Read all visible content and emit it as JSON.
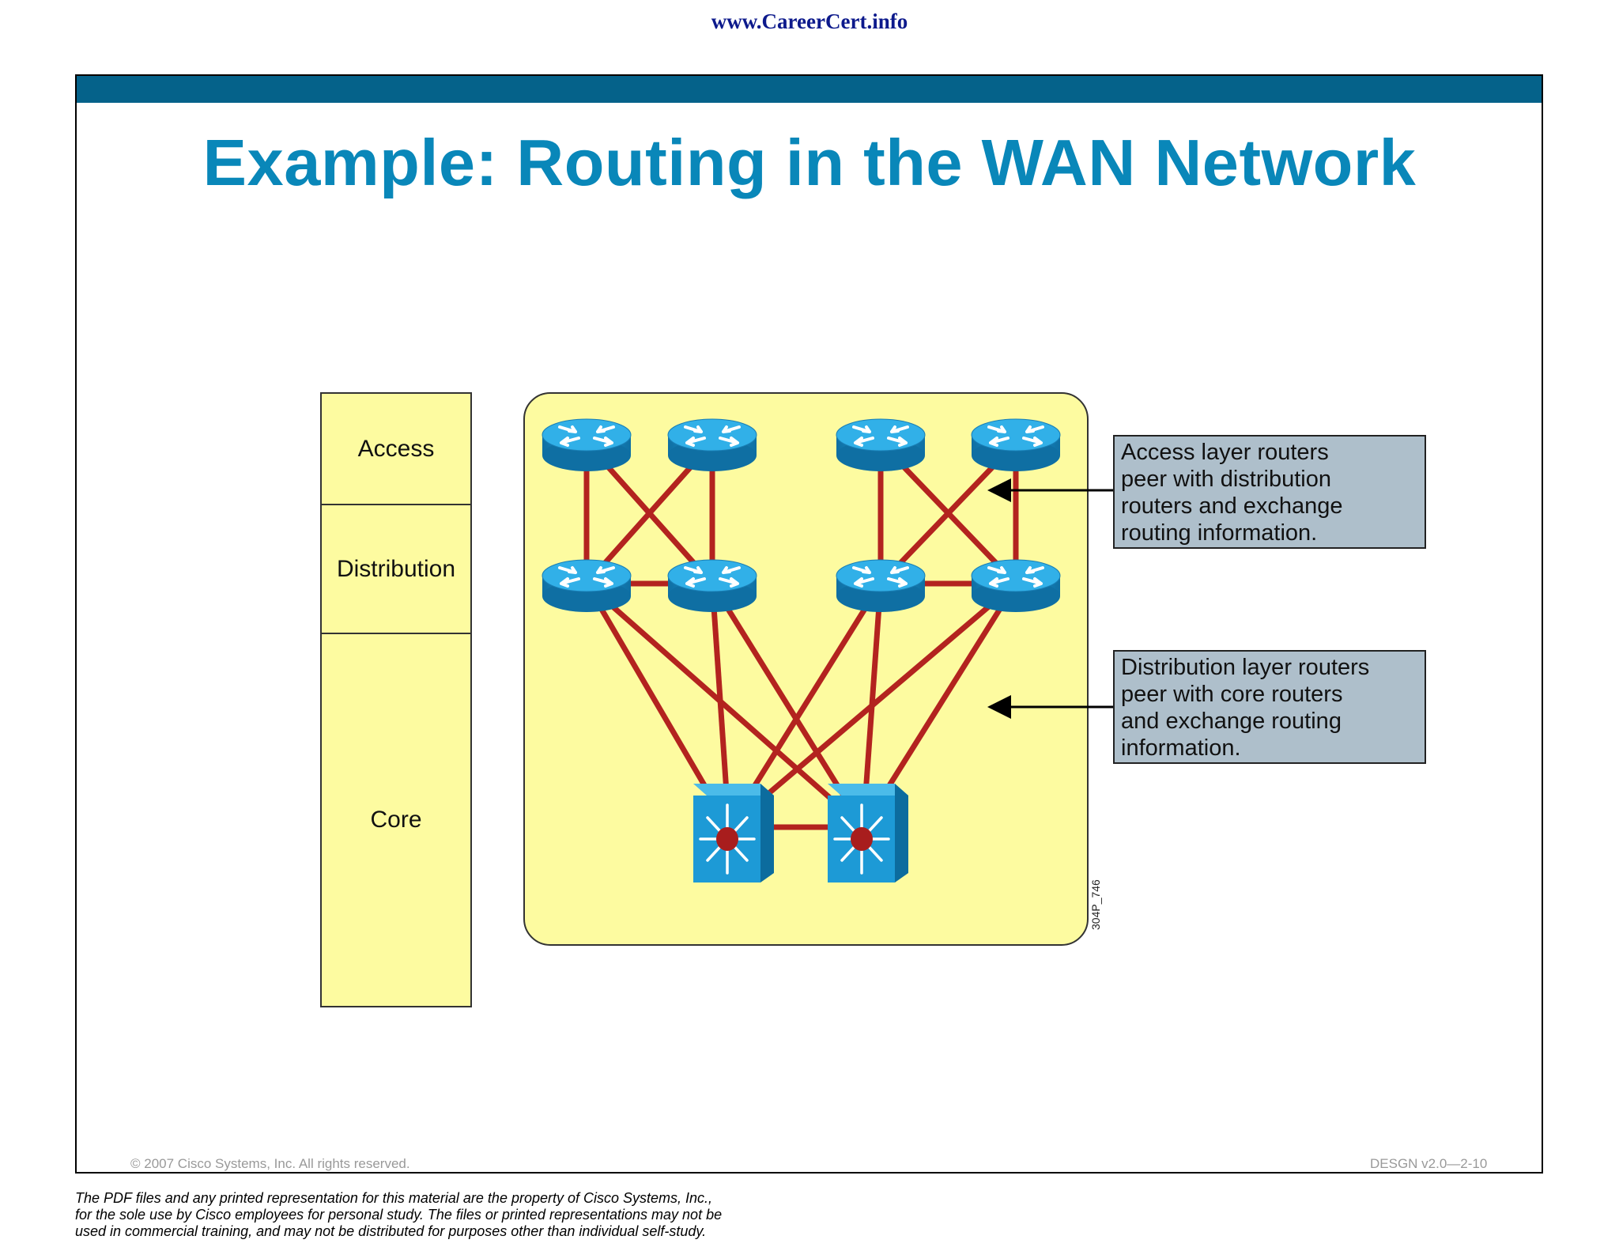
{
  "header": {
    "site": "www.CareerCert.info"
  },
  "slide": {
    "title": "Example: Routing in the WAN Network",
    "figure_id": "304P_746",
    "copyright": "© 2007 Cisco Systems, Inc. All rights reserved.",
    "course_code": "DESGN v2.0—2-10"
  },
  "layers": {
    "access": "Access",
    "distribution": "Distribution",
    "core": "Core"
  },
  "callouts": {
    "access": [
      "Access layer routers",
      "peer with distribution",
      "routers and exchange",
      "routing information."
    ],
    "distribution": [
      "Distribution layer routers",
      "peer with core routers",
      "and exchange routing",
      "information."
    ]
  },
  "disclaimer": [
    "The PDF files and any printed representation for this material are the property of Cisco Systems, Inc.,",
    "for the sole use by Cisco employees for personal study. The files or printed representations may not be",
    "used in commercial training, and may not be distributed for purposes other than individual self-study."
  ],
  "colors": {
    "band": "#05628a",
    "title": "#0987b9",
    "link": "#b3231f",
    "device": "#1d9ad6",
    "panel": "#fdfba0",
    "callout": "#aebfcb"
  },
  "diagram": {
    "nodes": [
      {
        "id": "access-router-1",
        "type": "router-icon",
        "layer": "access"
      },
      {
        "id": "access-router-2",
        "type": "router-icon",
        "layer": "access"
      },
      {
        "id": "access-router-3",
        "type": "router-icon",
        "layer": "access"
      },
      {
        "id": "access-router-4",
        "type": "router-icon",
        "layer": "access"
      },
      {
        "id": "distribution-router-1",
        "type": "router-icon",
        "layer": "distribution"
      },
      {
        "id": "distribution-router-2",
        "type": "router-icon",
        "layer": "distribution"
      },
      {
        "id": "distribution-router-3",
        "type": "router-icon",
        "layer": "distribution"
      },
      {
        "id": "distribution-router-4",
        "type": "router-icon",
        "layer": "distribution"
      },
      {
        "id": "core-switch-1",
        "type": "multilayer-switch-icon",
        "layer": "core"
      },
      {
        "id": "core-switch-2",
        "type": "multilayer-switch-icon",
        "layer": "core"
      }
    ],
    "links": [
      [
        "access-router-1",
        "distribution-router-1"
      ],
      [
        "access-router-1",
        "distribution-router-2"
      ],
      [
        "access-router-2",
        "distribution-router-1"
      ],
      [
        "access-router-2",
        "distribution-router-2"
      ],
      [
        "access-router-3",
        "distribution-router-3"
      ],
      [
        "access-router-3",
        "distribution-router-4"
      ],
      [
        "access-router-4",
        "distribution-router-3"
      ],
      [
        "access-router-4",
        "distribution-router-4"
      ],
      [
        "distribution-router-1",
        "distribution-router-2"
      ],
      [
        "distribution-router-3",
        "distribution-router-4"
      ],
      [
        "distribution-router-1",
        "core-switch-1"
      ],
      [
        "distribution-router-1",
        "core-switch-2"
      ],
      [
        "distribution-router-2",
        "core-switch-1"
      ],
      [
        "distribution-router-2",
        "core-switch-2"
      ],
      [
        "distribution-router-3",
        "core-switch-1"
      ],
      [
        "distribution-router-3",
        "core-switch-2"
      ],
      [
        "distribution-router-4",
        "core-switch-1"
      ],
      [
        "distribution-router-4",
        "core-switch-2"
      ],
      [
        "core-switch-1",
        "core-switch-2"
      ]
    ]
  }
}
